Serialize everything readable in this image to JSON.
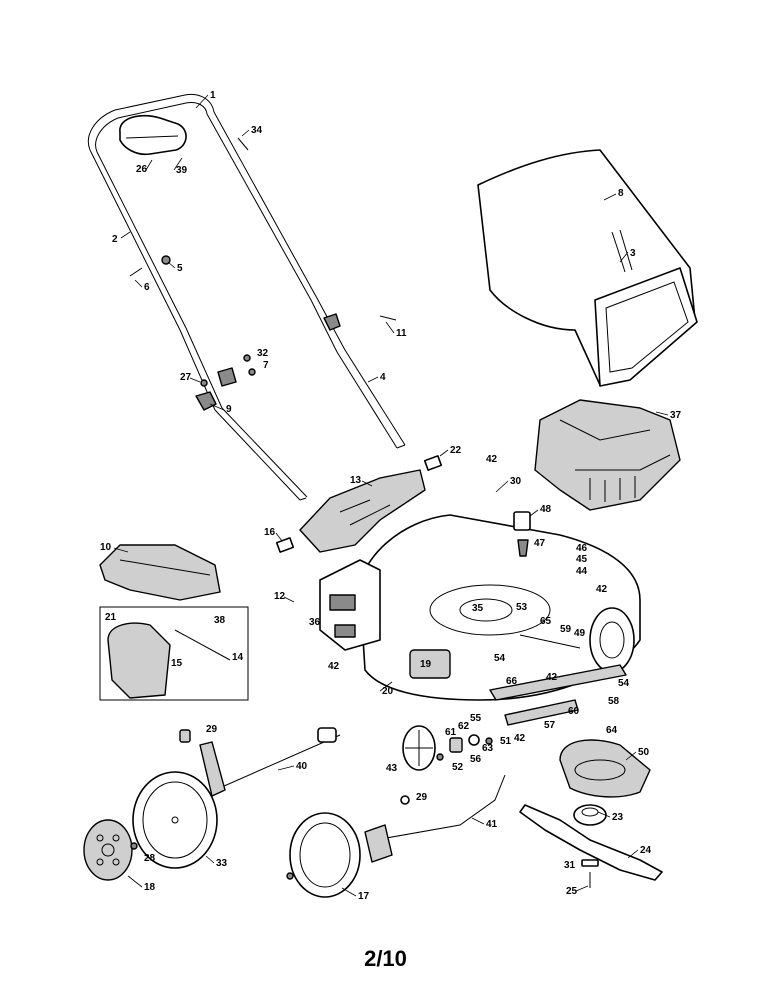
{
  "page_number": "2/10",
  "callouts": [
    "1",
    "2",
    "3",
    "4",
    "5",
    "6",
    "7",
    "8",
    "9",
    "10",
    "11",
    "12",
    "13",
    "14",
    "15",
    "16",
    "17",
    "18",
    "19",
    "20",
    "21",
    "22",
    "23",
    "24",
    "25",
    "26",
    "27",
    "28",
    "29",
    "29",
    "30",
    "31",
    "32",
    "33",
    "34",
    "35",
    "36",
    "37",
    "38",
    "39",
    "40",
    "41",
    "42",
    "42",
    "42",
    "42",
    "42",
    "43",
    "44",
    "45",
    "46",
    "47",
    "48",
    "49",
    "50",
    "51",
    "52",
    "53",
    "54",
    "54",
    "55",
    "56",
    "57",
    "58",
    "59",
    "60",
    "61",
    "62",
    "63",
    "64",
    "65",
    "66"
  ]
}
